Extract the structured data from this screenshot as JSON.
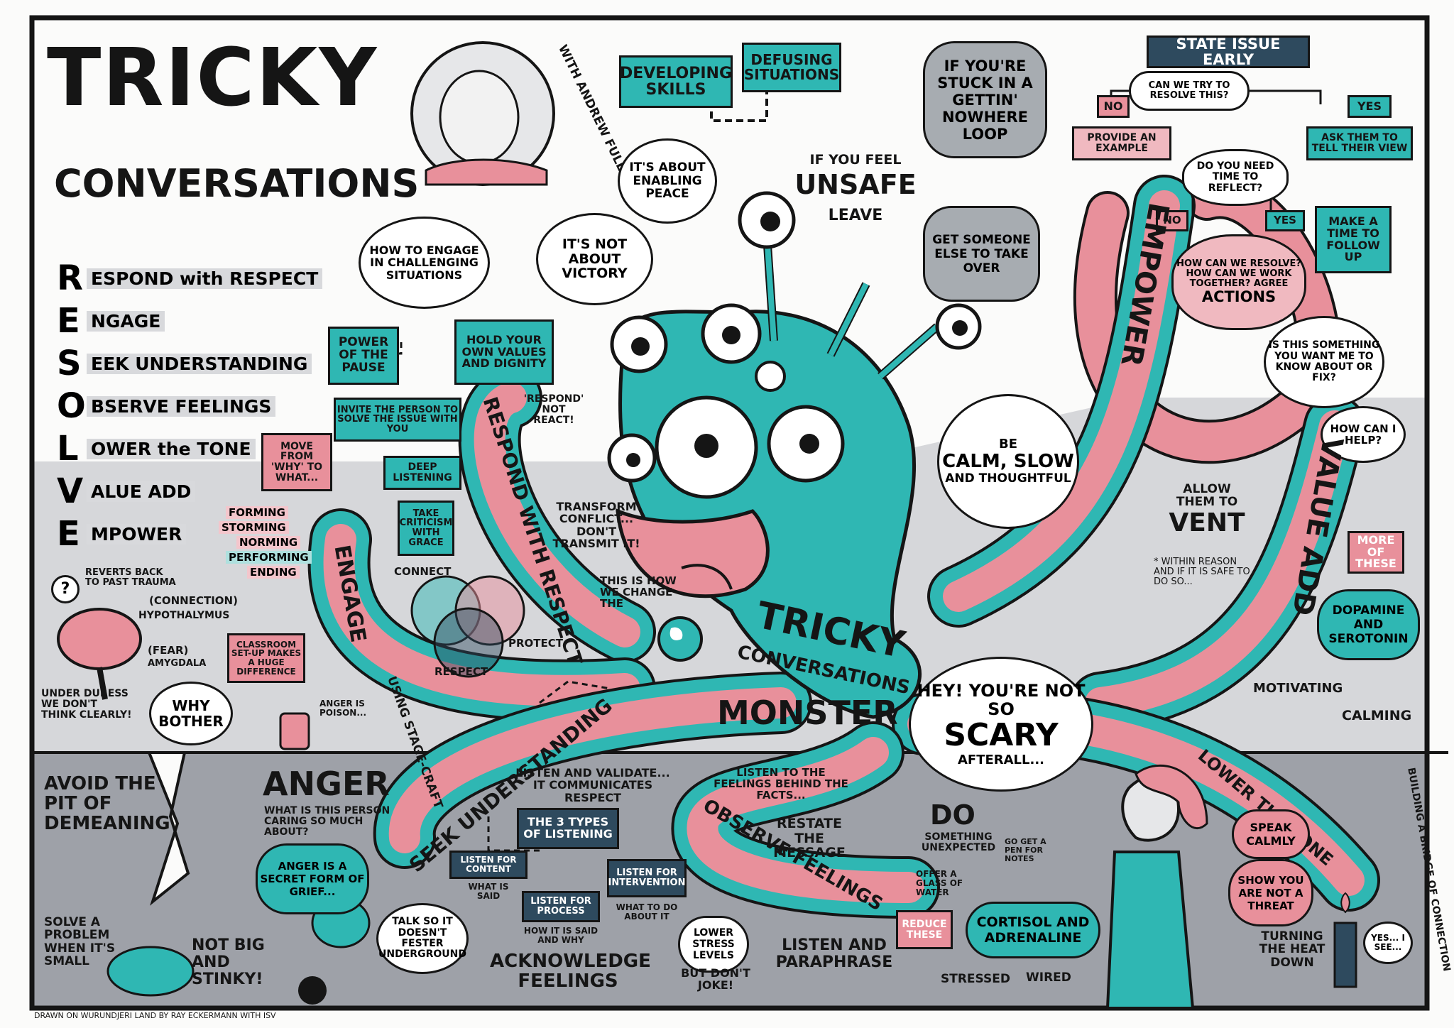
{
  "header": {
    "title": "TRICKY",
    "subtitle": "CONVERSATIONS",
    "with_label": "with ANDREW FULLER"
  },
  "resolve": {
    "letters": [
      "R",
      "E",
      "S",
      "O",
      "L",
      "V",
      "E"
    ],
    "rest": [
      "ESPOND with RESPECT",
      "NGAGE",
      "EEK UNDERSTANDING",
      "BSERVE FEELINGS",
      "OWER the TONE",
      "ALUE ADD",
      "MPOWER"
    ]
  },
  "top": {
    "developing_skills": "DEVELOPING SKILLS",
    "defusing_situations": "DEFUSING SITUATIONS",
    "enabling_peace": "IT'S ABOUT ENABLING PEACE",
    "how_to_engage": "HOW to ENGAGE in CHALLENGING SITUATIONS",
    "not_victory": "IT'S NOT ABOUT VICTORY",
    "stuck_loop": "IF YOU'RE STUCK in a GETTIN' NOWHERE LOOP",
    "feel_unsafe_1": "IF YOU FEEL",
    "feel_unsafe_2": "UNSAFE",
    "feel_unsafe_3": "LEAVE",
    "get_someone": "GET SOMEONE ELSE to TAKE OVER"
  },
  "flow": {
    "state_issue": "STATE ISSUE EARLY",
    "can_we_try": "CAN WE TRY to RESOLVE THIS?",
    "no": "NO",
    "yes": "YES",
    "provide_example": "PROVIDE an EXAMPLE",
    "ask_them": "ASK THEM to TELL THEIR VIEW",
    "need_time": "DO YOU NEED TIME to REFLECT?",
    "make_time": "MAKE a TIME to FOLLOW UP",
    "how_resolve": "HOW CAN WE RESOLVE? HOW CAN WE WORK TOGETHER? AGREE",
    "actions": "ACTIONS"
  },
  "right": {
    "is_this": "IS this SOMETHING YOU WANT ME to KNOW ABOUT or FIX?",
    "how_help": "HOW CAN I HELP?",
    "be_calm": "BE",
    "calm_slow": "CALM, SLOW",
    "thoughtful": "and THOUGHTFUL",
    "allow_vent_1": "ALLOW THEM to",
    "allow_vent_2": "VENT",
    "within_reason": "* WITHIN REASON and IF IT IS SAFE to do so...",
    "more_of_these": "MORE of THESE",
    "dopamine": "DOPAMINE and SEROTONIN",
    "motivating": "MOTIVATING",
    "calming": "CALMING"
  },
  "tentacles": {
    "empower": "EMPOWER",
    "value_add": "VALUE ADD",
    "respond": "RESPOND with RESPECT",
    "engage": "ENGAGE",
    "seek": "SEEK UNDERSTANDING",
    "observe": "OBSERVE FEELINGS",
    "lower": "LOWER the TONE"
  },
  "respond": {
    "power_pause": "POWER of the PAUSE",
    "hold_values": "HOLD YOUR OWN VALUES and DIGNITY",
    "respond_not_react": "'RESPOND' Not REACT!",
    "invite_person": "INVITE the PERSON to SOLVE the ISSUE with YOU",
    "deep_listening": "DEEP LISTENING",
    "take_criticism": "TAKE CRITICISM with GRACE",
    "move_from": "MOVE from 'WHY' to WHAT...",
    "transform": "TRANSFORM CONFLICT... DON'T TRANSMIT IT!",
    "change_the": "THIS IS HOW WE CHANGE the",
    "connect": "CONNECT",
    "protect": "PROTECT",
    "respect": "RESPECT"
  },
  "stages": [
    "FORMING",
    "STORMING",
    "NORMING",
    "PERFORMING",
    "ENDING"
  ],
  "brain": {
    "reverts": "REVERTS BACK to PAST TRAUMA",
    "connection": "(CONNECTION)",
    "hypothalamus": "HYPOTHALYMUS",
    "fear": "(FEAR)",
    "amygdala": "AMYGDALA",
    "classroom": "CLASSROOM SET-UP MAKES a HUGE DIFFERENCE",
    "duress": "UNDER DURESS WE DON'T THINK CLEARLY!",
    "using_stagecraft": "USING STAGE-CRAFT",
    "question": "?"
  },
  "monster": {
    "line1": "TRICKY",
    "line2": "CONVERSATIONS",
    "line3": "MONSTER",
    "hey": "HEY! YOU'RE NOT SO",
    "scary": "SCARY",
    "afterall": "AFTERALL..."
  },
  "bottom": {
    "why_bother": "WHY BOTHER",
    "anger_poison": "ANGER is POISON...",
    "avoid_pit": "AVOID the PIT OF DEMEANING",
    "anger": "ANGER",
    "what_caring": "WHAT IS THIS PERSON CARING SO MUCH ABOUT?",
    "anger_grief": "ANGER is a SECRET FORM of GRIEF...",
    "solve_problem": "SOLVE a PROBLEM WHEN IT'S SMALL",
    "not_big": "NOT BIG and STINKY!",
    "fester": "TALK SO IT DOESN'T FESTER UNDERGROUND",
    "listen_validate": "LISTEN and VALIDATE... it COMMUNICATES RESPECT",
    "three_types": "the 3 TYPES of LISTENING",
    "listen_content": "LISTEN FOR CONTENT",
    "what_said": "WHAT IS SAID",
    "listen_process": "LISTEN FOR PROCESS",
    "how_said": "HOW IT IS SAID and WHY",
    "listen_intervention": "LISTEN FOR INTERVENTION",
    "what_do": "WHAT TO DO ABOUT IT",
    "acknowledge": "ACKNOWLEDGE FEELINGS",
    "lower_stress": "LOWER STRESS LEVELS",
    "dont_joke": "BUT DON'T JOKE!",
    "listen_feelings": "LISTEN to the FEELINGS BEHIND the FACTS...",
    "restate": "RESTATE the MESSAGE",
    "listen_paraphrase": "LISTEN and PARAPHRASE",
    "do": "DO",
    "something_unexpected": "SOMETHING UNEXPECTED",
    "get_pen": "GO GET a PEN for NOTES",
    "offer_water": "OFFER a GLASS of WATER",
    "reduce_these": "REDUCE THESE",
    "cortisol": "CORTISOL and ADRENALINE",
    "stressed": "STRESSED",
    "wired": "WIRED",
    "speak_calmly": "SPEAK CALMLY",
    "show_threat": "SHOW YOU ARE NOT a THREAT",
    "building_bridge": "BUILDING a BRIDGE of CONNECTION",
    "turning_heat": "TURNING the HEAT DOWN",
    "yes_i_see": "YES... I SEE...",
    "credit": "DRAWN on WURUNDJERI LAND by RAY ECKERMANN with ISV"
  },
  "colors": {
    "teal": "#2fb7b3",
    "pink": "#e8909b",
    "grey_band": "#d6d7da",
    "bottom_grey": "#9ea1a8",
    "ink": "#151515"
  }
}
